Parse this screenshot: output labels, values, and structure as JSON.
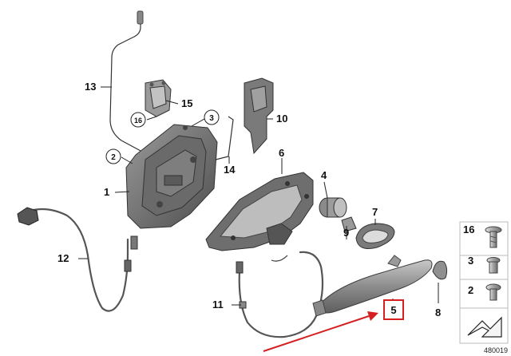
{
  "callouts": {
    "c1": "1",
    "c2": "2",
    "c3": "3",
    "c4": "4",
    "c5": "5",
    "c6": "6",
    "c7": "7",
    "c8": "8",
    "c9": "9",
    "c10": "10",
    "c11": "11",
    "c12": "12",
    "c13": "13",
    "c14": "14",
    "c15": "15",
    "c16": "16"
  },
  "legend": {
    "l16": "16",
    "l3": "3",
    "l2": "2"
  },
  "reference_number": "480019",
  "colors": {
    "highlight": "#d42020",
    "part_gray": "#8a8a8a",
    "part_dark": "#5a5a5a",
    "legend_bg": "#e8e8e8"
  }
}
